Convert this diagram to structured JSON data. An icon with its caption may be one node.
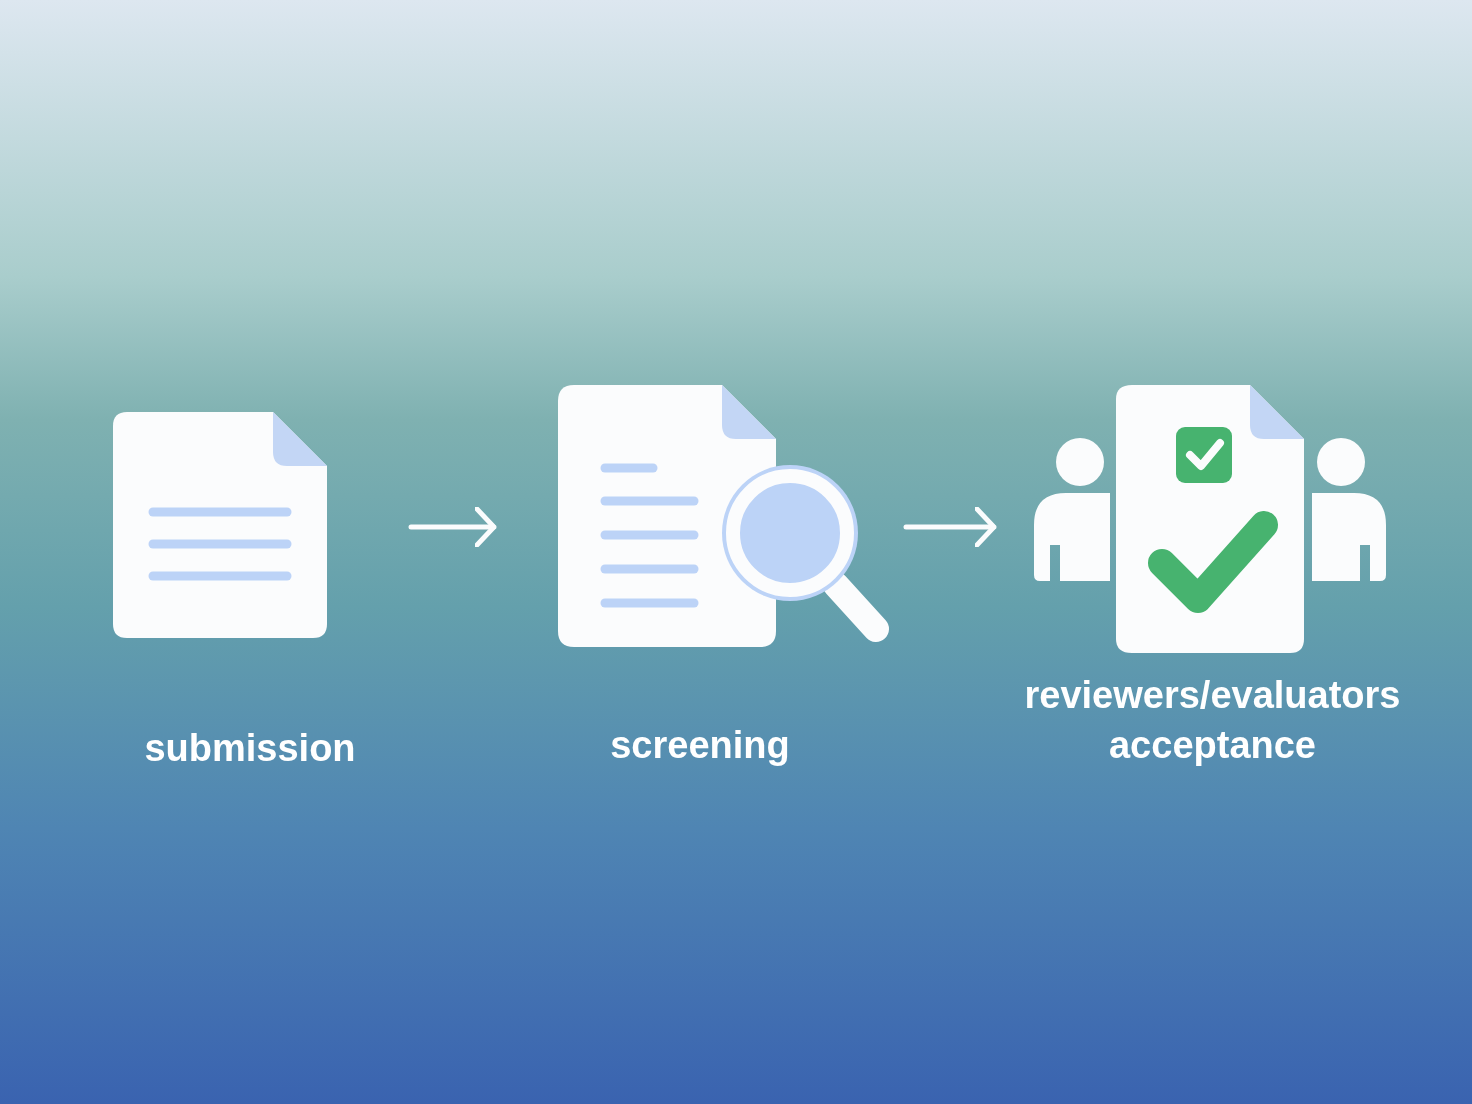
{
  "diagram": {
    "nodes": [
      {
        "text": [
          "submission"
        ]
      },
      {
        "text": [
          "screening"
        ]
      },
      {
        "text": [
          "reviewers/evaluators acceptance"
        ]
      }
    ],
    "edges": [
      {
        "from": 0,
        "to": 1,
        "arrow": "to"
      },
      {
        "from": 1,
        "to": 2,
        "arrow": "to"
      }
    ]
  }
}
